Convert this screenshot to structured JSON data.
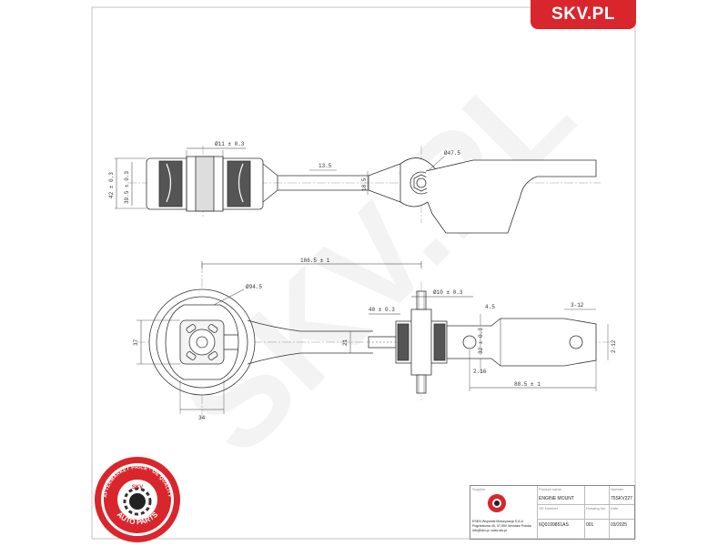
{
  "brand": {
    "logo_text": "SKV.PL"
  },
  "watermark": {
    "text": "SKV.PL"
  },
  "seal": {
    "top_text": "AFTERMARKET PRICE · OE QUALITY",
    "bottom_text": "AUTO PARTS",
    "center_text": "SKV"
  },
  "top_view": {
    "dimensions": {
      "bushing_bore": "Ø11 ± 0.3",
      "outer_height": "42 ± 0.3",
      "inner_height": "39.5 ± 0.3",
      "arm_width": "13.5",
      "arm_depth": "18.5",
      "eye_diameter": "Ø47.5"
    }
  },
  "front_view": {
    "dimensions": {
      "overall_length": "186.5 ± 1",
      "mount_diameter": "Ø94.5",
      "stud_diameter": "Ø10 ± 0.3",
      "stud_offset": "40 ± 0.3",
      "mount_height": "37",
      "arm_height": "21",
      "base_width": "34",
      "bracket_thickness": "4.5",
      "hole_diameter": "32 ± 0.3",
      "bottom_thickness": "2.16",
      "arm_length": "88.5 ± 1",
      "slot_a": "3-12",
      "slot_b": "2-12"
    }
  },
  "title_block": {
    "company_label": "Supplier",
    "company_name": "ESEN Wspólnik Motoryzacja S.A.A.",
    "company_address": "Pograniczna 40, 57-900 Wrocław Polska",
    "company_contact": "info@skv.pl, www.skv.pl",
    "product_label": "Product name",
    "product_name": "ENGINE MOUNT",
    "number_label": "Number",
    "number_value": "75SKV227",
    "oe_label": "OE Number",
    "oe_value": "6Q0199851AS",
    "drawing_label": "Drawing No.",
    "drawing_value": "001",
    "date_label": "Date",
    "date_value": "03/2025"
  }
}
